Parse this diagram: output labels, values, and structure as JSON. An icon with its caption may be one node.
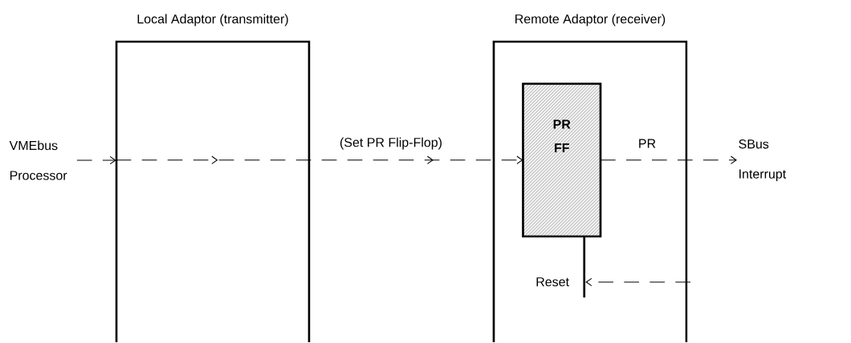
{
  "diagram": {
    "nodes": [
      {
        "text": [
          "Local Adaptor (transmitter)"
        ]
      },
      {
        "text": [
          "Remote Adaptor (receiver)"
        ]
      },
      {
        "text": [
          "PR FF"
        ],
        "in": 1
      },
      {
        "text": [
          "VMEbus Processor"
        ]
      },
      {
        "text": [
          "SBus Interrupt"
        ]
      },
      {
        "text": [],
        "shape": "bar",
        "beside": [
          "Reset"
        ],
        "in": 1
      }
    ],
    "edges": [
      {
        "from": 3,
        "to": 0,
        "arrow": "to",
        "style": "dashed"
      },
      {
        "from": 0,
        "to": 2,
        "arrow": "to",
        "label": "(Set PR Flip-Flop)",
        "style": "dashed"
      },
      {
        "from": 2,
        "to": 4,
        "arrow": "to",
        "label": "PR",
        "style": "dashed"
      },
      {
        "from": null,
        "to": 5,
        "arrow": "to",
        "style": "dashed"
      }
    ]
  }
}
